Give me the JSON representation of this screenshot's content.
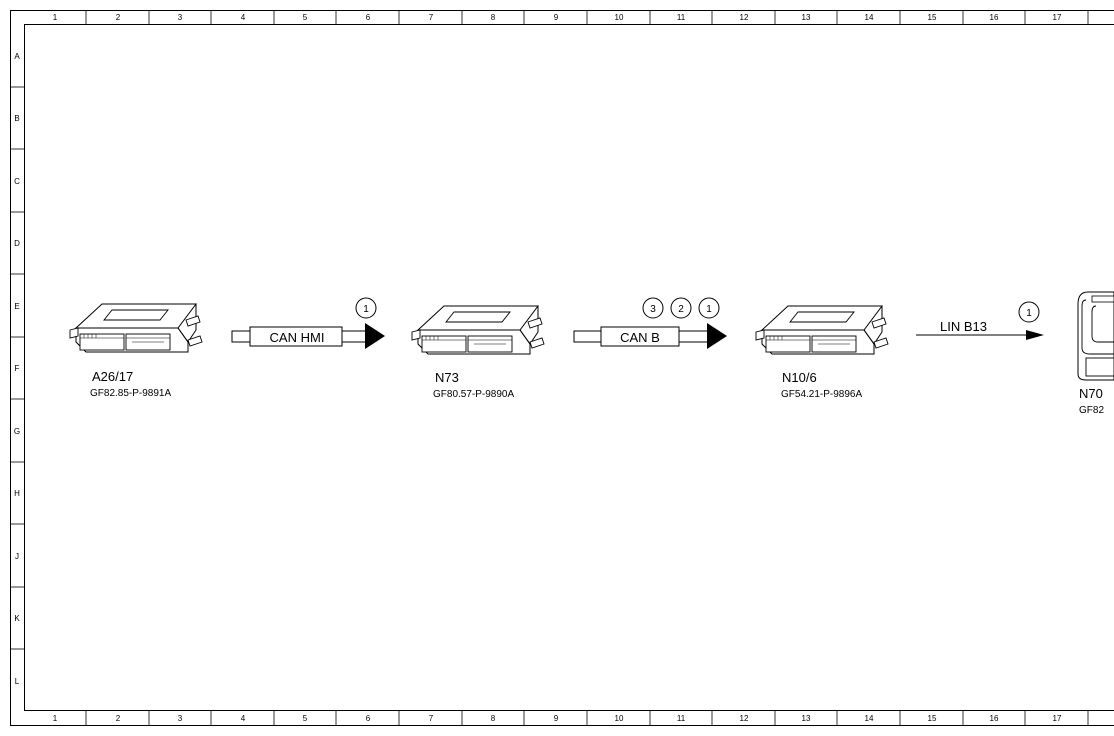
{
  "frame": {
    "columns": [
      "1",
      "2",
      "3",
      "4",
      "5",
      "6",
      "7",
      "8",
      "9",
      "10",
      "11",
      "12",
      "13",
      "14",
      "15",
      "16",
      "17"
    ],
    "rows": [
      "A",
      "B",
      "C",
      "D",
      "E",
      "F",
      "G",
      "H",
      "J",
      "K",
      "L"
    ]
  },
  "modules": [
    {
      "id": "a26-17",
      "name": "A26/17",
      "code": "GF82.85-P-9891A"
    },
    {
      "id": "n73",
      "name": "N73",
      "code": "GF80.57-P-9890A"
    },
    {
      "id": "n10-6",
      "name": "N10/6",
      "code": "GF54.21-P-9896A"
    },
    {
      "id": "n70",
      "name": "N70",
      "code": "GF82"
    }
  ],
  "connections": [
    {
      "id": "can-hmi",
      "label": "CAN HMI",
      "markers": [
        "1"
      ]
    },
    {
      "id": "can-b",
      "label": "CAN B",
      "markers": [
        "3",
        "2",
        "1"
      ]
    },
    {
      "id": "lin-b13",
      "label": "LIN B13",
      "markers": [
        "1"
      ]
    }
  ]
}
